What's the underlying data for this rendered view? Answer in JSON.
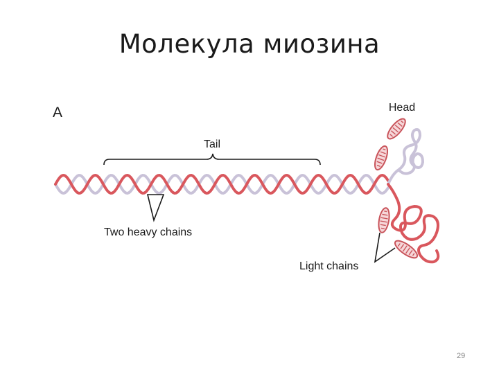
{
  "slide": {
    "title": "Молекула миозина",
    "page_number": "29"
  },
  "diagram": {
    "panel_letter": "A",
    "labels": {
      "tail": "Tail",
      "head": "Head",
      "heavy_chains": "Two heavy chains",
      "light_chains": "Light chains"
    },
    "colors": {
      "heavy_chain_1": "#d9575d",
      "heavy_chain_2": "#c9c2d8",
      "light_chain_fill": "#f6d7d9",
      "light_chain_stroke": "#c9545b",
      "annotation": "#1a1a1a"
    }
  }
}
